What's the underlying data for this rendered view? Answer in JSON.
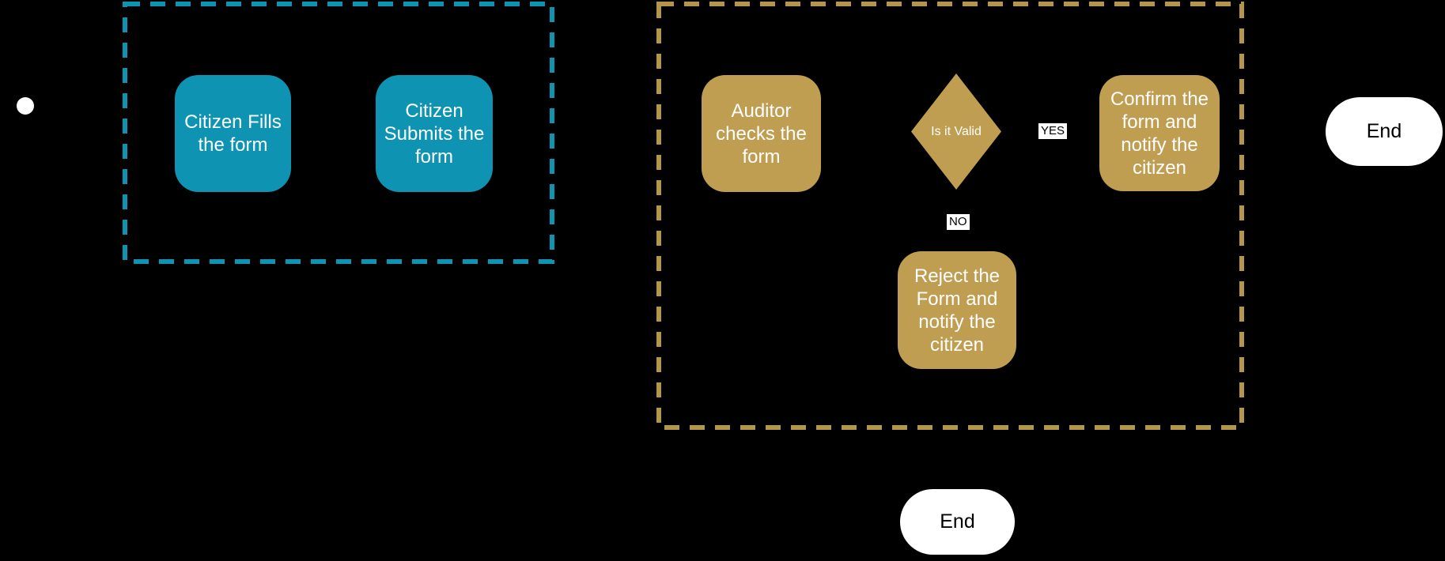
{
  "flowchart": {
    "colors": {
      "background": "#000000",
      "citizen_lane": "#0F93B2",
      "auditor_lane": "#BF9E51",
      "terminator_fill": "#FFFFFF",
      "node_text": "#FFFFFF",
      "label_text": "#000000"
    },
    "nodes": {
      "fill_form": {
        "label": "Citizen Fills\nthe form"
      },
      "submit_form": {
        "label": "Citizen\nSubmits the\nform"
      },
      "auditor": {
        "label": "Auditor\nchecks the\nform"
      },
      "decision": {
        "label": "Is it Valid"
      },
      "confirm": {
        "label": "Confirm the\nform and\nnotify the\ncitizen"
      },
      "reject": {
        "label": "Reject the\nForm and\nnotify the\ncitizen"
      }
    },
    "edge_labels": {
      "yes": "YES",
      "no": "NO"
    },
    "terminators": {
      "end_right": "End",
      "end_bottom": "End"
    }
  }
}
